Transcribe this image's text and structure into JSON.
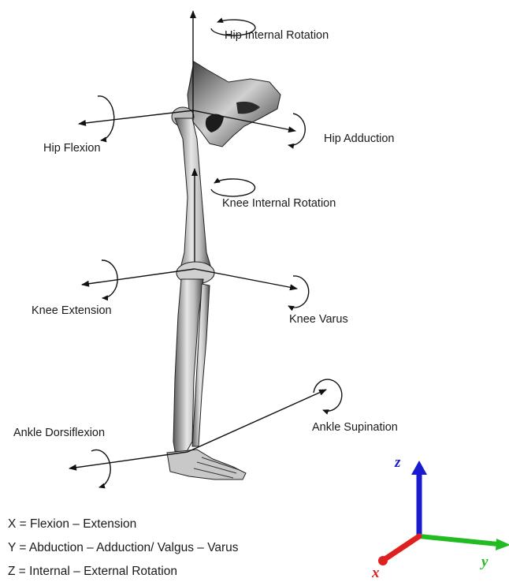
{
  "labels": {
    "hip_internal_rotation": "Hip Internal Rotation",
    "hip_flexion": "Hip Flexion",
    "hip_adduction": "Hip Adduction",
    "knee_internal_rotation": "Knee Internal Rotation",
    "knee_extension": "Knee Extension",
    "knee_varus": "Knee Varus",
    "ankle_dorsiflexion": "Ankle Dorsiflexion",
    "ankle_supination": "Ankle Supination"
  },
  "legend": [
    "X = Flexion – Extension",
    "Y = Abduction – Adduction/ Valgus – Varus",
    "Z = Internal – External Rotation"
  ],
  "axes": {
    "x": {
      "label": "x",
      "color": "#e02020"
    },
    "y": {
      "label": "y",
      "color": "#22bb22"
    },
    "z": {
      "label": "z",
      "color": "#1a1ad0"
    }
  }
}
